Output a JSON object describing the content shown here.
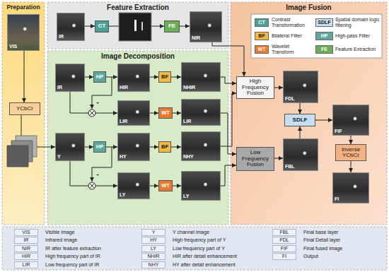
{
  "diagram": {
    "nodes": [
      {
        "text": [
          "Preparation"
        ]
      },
      {
        "text": [
          "VIS"
        ],
        "in": 0
      },
      {
        "text": [
          "YCbCr"
        ],
        "in": 0
      },
      {
        "text": [
          "Feature Extraction"
        ]
      },
      {
        "text": [
          "IR"
        ],
        "in": 3
      },
      {
        "text": [
          "CT"
        ],
        "in": 3
      },
      {
        "text": [
          "FE"
        ],
        "in": 3
      },
      {
        "text": [
          "NIR"
        ],
        "in": 3
      },
      {
        "text": [
          "Image Decomposition"
        ]
      },
      {
        "text": [
          "IR"
        ],
        "in": 8
      },
      {
        "text": [
          "HP"
        ],
        "in": 8
      },
      {
        "text": [
          "HIR"
        ],
        "in": 8
      },
      {
        "text": [
          "BF"
        ],
        "in": 8
      },
      {
        "text": [
          "NHIR"
        ],
        "in": 8
      },
      {
        "text": [
          "LIR"
        ],
        "in": 8
      },
      {
        "text": [
          "WT"
        ],
        "in": 8
      },
      {
        "text": [
          "LIR"
        ],
        "in": 8
      },
      {
        "text": [
          "Y"
        ],
        "in": 8
      },
      {
        "text": [
          "HP"
        ],
        "in": 8
      },
      {
        "text": [
          "HY"
        ],
        "in": 8
      },
      {
        "text": [
          "BF"
        ],
        "in": 8
      },
      {
        "text": [
          "NHY"
        ],
        "in": 8
      },
      {
        "text": [
          "LY"
        ],
        "in": 8
      },
      {
        "text": [
          "WT"
        ],
        "in": 8
      },
      {
        "text": [
          "LY"
        ],
        "in": 8
      },
      {
        "text": [
          "Image Fusion"
        ]
      },
      {
        "text": [
          "High Frequency Fusion"
        ],
        "in": 25
      },
      {
        "text": [
          "FDL"
        ],
        "in": 25
      },
      {
        "text": [
          "SDLF"
        ],
        "in": 25
      },
      {
        "text": [
          "FBL"
        ],
        "in": 25
      },
      {
        "text": [
          "Low Frequency Fusion"
        ],
        "in": 25
      },
      {
        "text": [
          "FIF"
        ],
        "in": 25
      },
      {
        "text": [
          "Inverse YCbCr"
        ],
        "in": 25
      },
      {
        "text": [
          "FI"
        ],
        "in": 25
      }
    ],
    "edges": [
      {
        "from": 1,
        "to": 2,
        "arrow": "to"
      },
      {
        "from": 2,
        "to": 17,
        "arrow": "to"
      },
      {
        "from": 4,
        "to": 5,
        "arrow": "to"
      },
      {
        "from": 5,
        "to": 6,
        "arrow": "to"
      },
      {
        "from": 6,
        "to": 7,
        "arrow": "to"
      },
      {
        "from": 7,
        "to": 26,
        "arrow": "to"
      },
      {
        "from": 9,
        "to": 10,
        "arrow": "to"
      },
      {
        "from": 10,
        "to": 11,
        "arrow": "to"
      },
      {
        "from": 11,
        "to": 12,
        "arrow": "to"
      },
      {
        "from": 12,
        "to": 13,
        "arrow": "to"
      },
      {
        "from": 9,
        "to": 14,
        "arrow": "to"
      },
      {
        "from": 14,
        "to": 15,
        "arrow": "to"
      },
      {
        "from": 15,
        "to": 16,
        "arrow": "to"
      },
      {
        "from": 17,
        "to": 18,
        "arrow": "to"
      },
      {
        "from": 18,
        "to": 19,
        "arrow": "to"
      },
      {
        "from": 19,
        "to": 20,
        "arrow": "to"
      },
      {
        "from": 20,
        "to": 21,
        "arrow": "to"
      },
      {
        "from": 17,
        "to": 22,
        "arrow": "to"
      },
      {
        "from": 22,
        "to": 23,
        "arrow": "to"
      },
      {
        "from": 23,
        "to": 24,
        "arrow": "to"
      },
      {
        "from": 13,
        "to": 26,
        "arrow": "to"
      },
      {
        "from": 21,
        "to": 26,
        "arrow": "to"
      },
      {
        "from": 16,
        "to": 30,
        "arrow": "to"
      },
      {
        "from": 24,
        "to": 30,
        "arrow": "to"
      },
      {
        "from": 26,
        "to": 27,
        "arrow": "to"
      },
      {
        "from": 30,
        "to": 29,
        "arrow": "to"
      },
      {
        "from": 27,
        "to": 28,
        "arrow": "to"
      },
      {
        "from": 29,
        "to": 28,
        "arrow": "to"
      },
      {
        "from": 28,
        "to": 31,
        "arrow": "to"
      },
      {
        "from": 31,
        "to": 32,
        "arrow": "to"
      },
      {
        "from": 32,
        "to": 33,
        "arrow": "to"
      }
    ],
    "labels": [
      "-",
      "-",
      "CT",
      "SDLF",
      "BF",
      "HP",
      "WT",
      "FE",
      "VIS",
      "Visible image",
      "Y",
      "Y channel image",
      "FBL",
      "Final base layer",
      "IR",
      "Infrared image",
      "HY",
      "High frequency part of Y",
      "FDL",
      "Final Detail layer",
      "NIR",
      "IR after feature extraction",
      "LY",
      "Low frequency part of Y",
      "FIF",
      "Final fused image",
      "HIR",
      "High frequency part of IR",
      "NHIR",
      "HIR after detail enhancement",
      "FI",
      "Output",
      "LIR",
      "Low frequency part of IR",
      "NHY",
      "HY after detail enhancement"
    ],
    "legend": [
      {
        "text": "Contrast Transformation",
        "color": "#4e9f99"
      },
      {
        "text": "Spatial domain logic filtering",
        "color": "#c6e0f2"
      },
      {
        "text": "Bilateral Filter",
        "color": "#f4b940"
      },
      {
        "text": "High-pass Filter",
        "color": "#5aa89e"
      },
      {
        "text": "Wavelet Transform",
        "color": "#e97a2e"
      },
      {
        "text": "Feature Extraction",
        "color": "#6aae55"
      }
    ]
  }
}
